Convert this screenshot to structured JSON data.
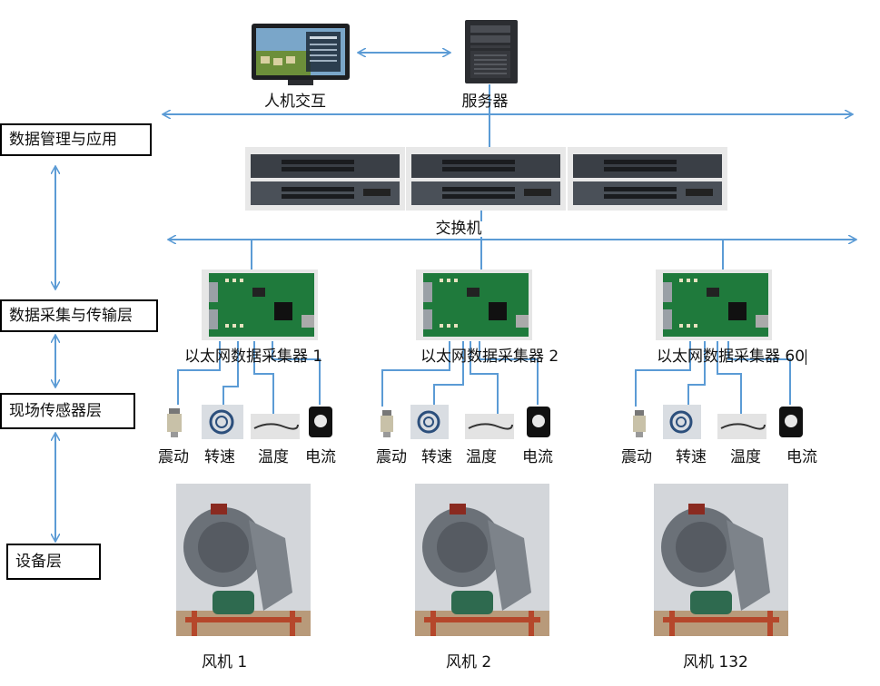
{
  "top": {
    "hmi_label": "人机交互",
    "server_label": "服务器",
    "switch_label": "交换机"
  },
  "layers": [
    {
      "label": "数据管理与应用"
    },
    {
      "label": "数据采集与传输层"
    },
    {
      "label": "现场传感器层"
    },
    {
      "label": "设备层"
    }
  ],
  "collectors": [
    {
      "label": "以太网数据采集器 1"
    },
    {
      "label": "以太网数据采集器 2"
    },
    {
      "label": "以太网数据采集器 60"
    }
  ],
  "sensors": [
    "震动",
    "转速",
    "温度",
    "电流"
  ],
  "fans": [
    {
      "label": "风机 1"
    },
    {
      "label": "风机 2"
    },
    {
      "label": "风机 132"
    }
  ],
  "colors": {
    "connector": "#5b9bd5",
    "board": "#1f7a3c",
    "switch_body": "#3a3f46",
    "fan_body": "#6b7178",
    "motor": "#2e6a4f",
    "frame": "#b5472b"
  }
}
